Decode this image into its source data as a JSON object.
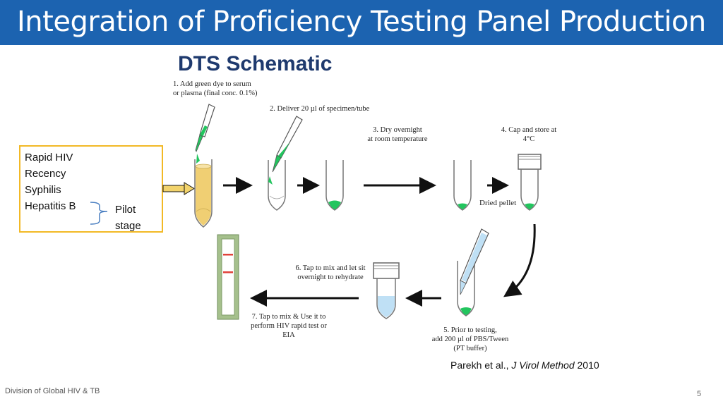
{
  "slide": {
    "title": "Integration of Proficiency Testing Panel Production",
    "footer": "Division of Global HIV & TB",
    "page_number": "5"
  },
  "schematic": {
    "title": "DTS Schematic",
    "steps": [
      {
        "lines": [
          "1. Add green dye to serum",
          "or plasma (final conc. 0.1%)"
        ]
      },
      {
        "lines": [
          "2. Deliver 20 µl of specimen/tube"
        ]
      },
      {
        "lines": [
          "3. Dry overnight",
          "at room temperature"
        ]
      },
      {
        "lines": [
          "4. Cap and store at",
          "4°C"
        ]
      },
      {
        "lines": [
          "5. Prior to testing,",
          "add 200 µl of PBS/Tween",
          "(PT buffer)"
        ]
      },
      {
        "lines": [
          "6. Tap to mix and let sit",
          "overnight to rehydrate"
        ]
      },
      {
        "lines": [
          "7. Tap to mix & Use it to",
          "perform HIV rapid test or",
          "EIA"
        ]
      }
    ],
    "pellet_label": "Dried pellet",
    "citation": {
      "authors": "Parekh et al., ",
      "journal": "J Virol Method",
      "year": " 2010"
    }
  },
  "tests_box": {
    "items": [
      "Rapid HIV",
      "Recency",
      "Syphilis",
      "Hepatitis B"
    ],
    "pilot_label": [
      "Pilot",
      "stage"
    ]
  },
  "colors": {
    "title_bar": "#1c63b0",
    "box_border": "#f2b926",
    "dye_green": "#22c55e",
    "serum_yellow": "#f0cf73",
    "buffer_blue": "#bfe0f5",
    "strip_frame": "#a5c08c",
    "test_line": "#e0423a"
  }
}
